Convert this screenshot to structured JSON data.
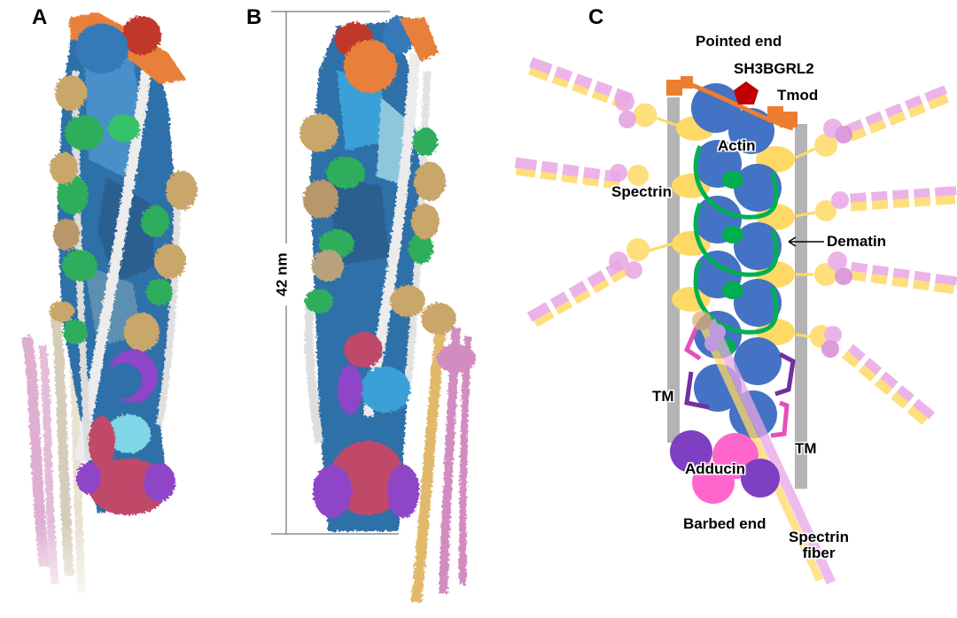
{
  "panels": {
    "a": {
      "label": "A",
      "description": "Cryo-EM density map of pointed-end actin-spectrin complex, front view"
    },
    "b": {
      "label": "B",
      "description": "Cryo-EM density map, rotated view with scale bar",
      "scale_bar": "42 nm"
    },
    "c": {
      "label": "C",
      "labels": {
        "pointed_end": "Pointed end",
        "sh3bgrl2": "SH3BGRL2",
        "tmod": "Tmod",
        "actin": "Actin",
        "spectrin": "Spectrin",
        "dematin": "Dematin",
        "tm_left": "TM",
        "tm_right": "TM",
        "adducin": "Adducin",
        "barbed_end": "Barbed end",
        "spectrin_fiber_line1": "Spectrin",
        "spectrin_fiber_line2": "fiber"
      }
    }
  },
  "colors": {
    "actin": "#4472c4",
    "tmod": "#ed7d31",
    "sh3bgrl2": "#c00000",
    "dematin": "#00b050",
    "spectrin_yellow": "#ffd966",
    "spectrin_pink": "#e9a6e6",
    "tm_gray": "#b4b4b4",
    "adducin_purple": "#7e3fc2",
    "adducin_pink": "#ff66cc",
    "tm_bracket_pink": "#e44fb8",
    "tm_bracket_purple": "#7030a0",
    "density_blue": "#2e6fa8",
    "density_green": "#2fae5b",
    "density_tan": "#c9a66b",
    "density_red": "#c0392b",
    "density_orange": "#e8803a",
    "density_purple": "#8e44c8",
    "density_crimson": "#c04a6a",
    "density_cyan": "#7fd6e6",
    "density_white": "#e6e6e6"
  }
}
